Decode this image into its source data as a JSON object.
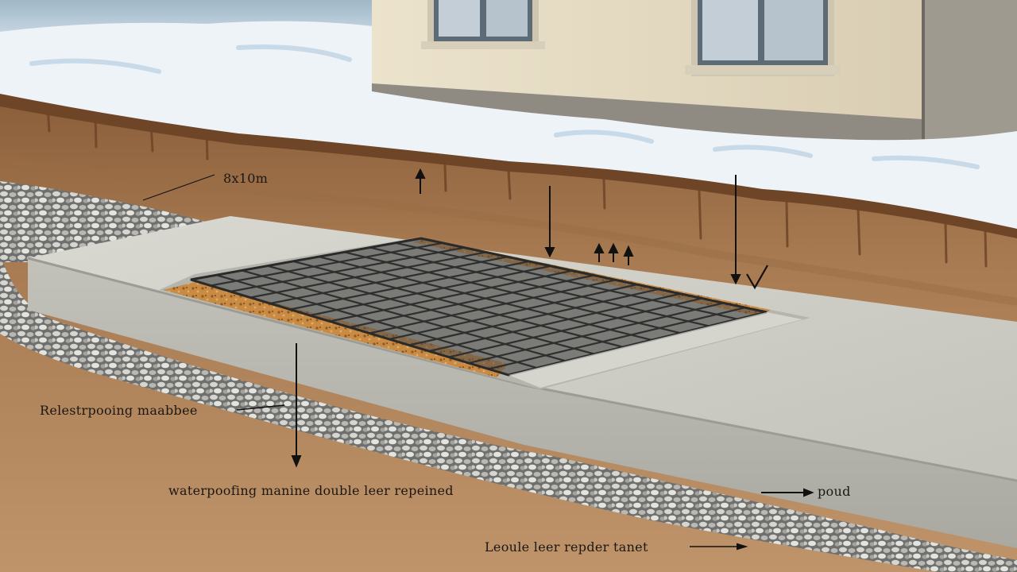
{
  "labels": {
    "dimension": "8x10m",
    "left_callout": "Relestrpooing maabbee",
    "bottom_main": "waterpoofing manine  double leer repeined",
    "right_callout": "poud",
    "bottom_small": "Leoule leer repder tanet"
  },
  "colors": {
    "snow": "#eef3f7",
    "soil": "#b98c63",
    "soil_dark": "#8a5e3a",
    "concrete": "#c8c8c0",
    "gravel": "#8f8f8f",
    "rebar": "#3d3d3d",
    "insulation": "#c98b43",
    "wall": "#e6dcc4"
  }
}
